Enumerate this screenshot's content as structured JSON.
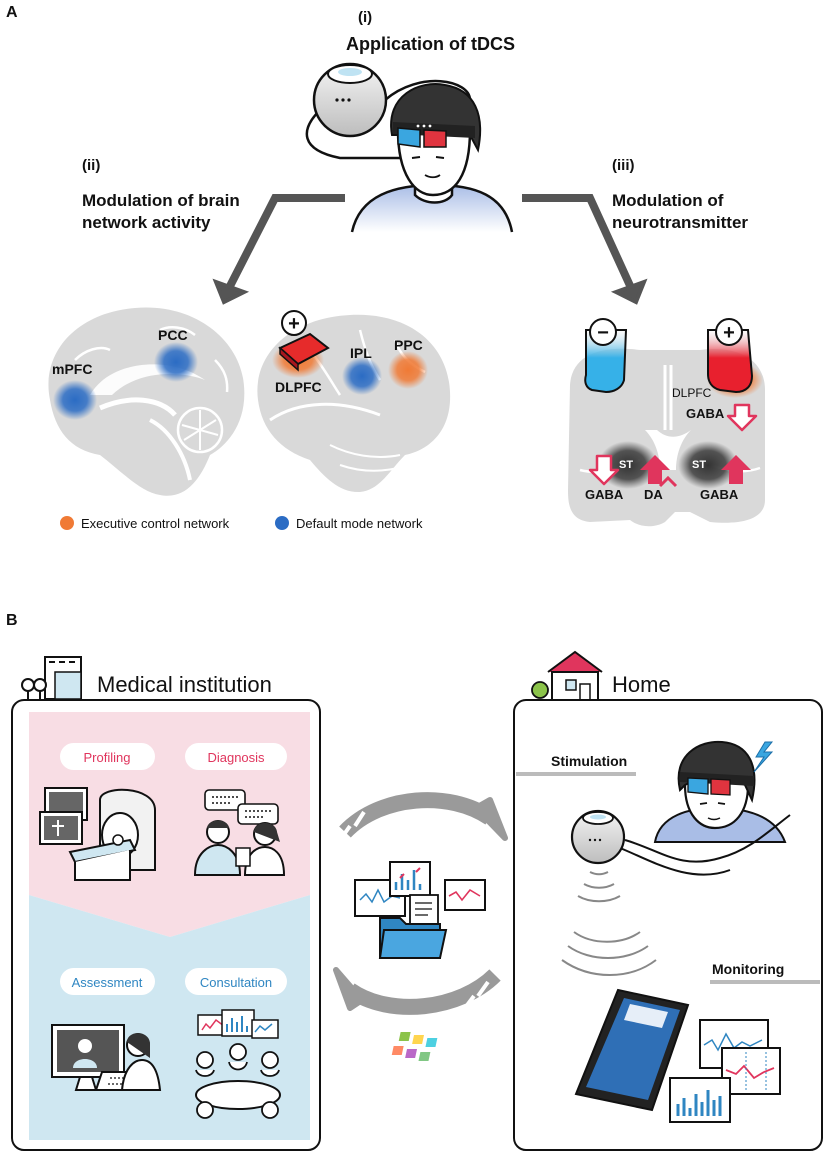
{
  "panel_a": {
    "letter": "A",
    "step1": {
      "numeral": "(i)",
      "title": "Application of tDCS"
    },
    "step2": {
      "numeral": "(ii)",
      "title_line1": "Modulation of brain",
      "title_line2": "network activity"
    },
    "step3": {
      "numeral": "(iii)",
      "title_line1": "Modulation of",
      "title_line2": "neurotransmitter"
    },
    "brain_regions": {
      "mpfc": "mPFC",
      "pcc": "PCC",
      "dlpfc": "DLPFC",
      "ipl": "IPL",
      "ppc": "PPC"
    },
    "electrodes": {
      "anode": "+",
      "cathode": "−"
    },
    "coronal": {
      "dlpfc": "DLPFC",
      "gaba_top": "GABA",
      "st_left": "ST",
      "st_right": "ST",
      "gaba_left": "GABA",
      "da": "DA",
      "gaba_right": "GABA"
    },
    "legend": [
      {
        "label": "Executive control network",
        "color": "#f07a35"
      },
      {
        "label": "Default mode network",
        "color": "#2b6cc4"
      }
    ]
  },
  "panel_b": {
    "letter": "B",
    "medical": {
      "title": "Medical institution",
      "pills": {
        "profiling": "Profiling",
        "diagnosis": "Diagnosis",
        "assessment": "Assessment",
        "consultation": "Consultation"
      }
    },
    "home": {
      "title": "Home",
      "stimulation": "Stimulation",
      "monitoring": "Monitoring"
    }
  },
  "colors": {
    "pink_zone": "#f8dde4",
    "blue_zone": "#cfe7f1",
    "pink_text": "#e0355d",
    "blue_text": "#2f86c2",
    "arrow_gray": "#555555",
    "brain_gray": "#d9d9d9"
  }
}
